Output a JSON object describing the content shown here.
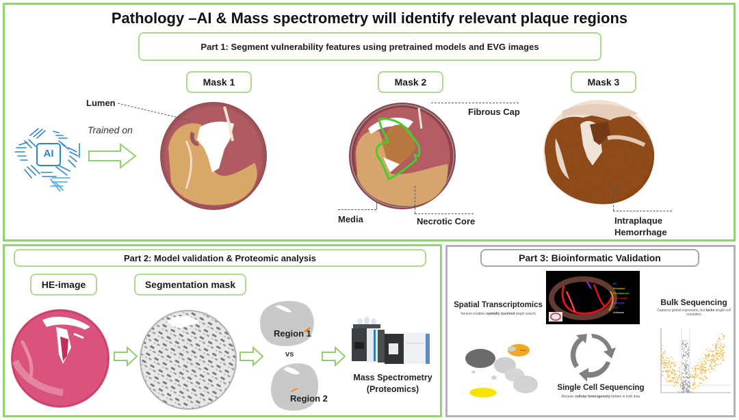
{
  "title": "Pathology –AI & Mass spectrometry will identify relevant plaque regions",
  "part1": {
    "header": "Part 1: Segment vulnerability features using pretrained models and EVG images",
    "ai_icon_label": "AI",
    "arrow_label": "Trained on",
    "masks": [
      {
        "label": "Mask 1",
        "annotations": [
          "Lumen"
        ]
      },
      {
        "label": "Mask 2",
        "annotations": [
          "Fibrous Cap",
          "Media",
          "Necrotic Core"
        ]
      },
      {
        "label": "Mask 3",
        "annotations": [
          "Intraplaque",
          "Hemorrhage"
        ]
      }
    ]
  },
  "part2": {
    "header": "Part 2: Model validation & Proteomic analysis",
    "he_label": "HE-image",
    "seg_label": "Segmentation mask",
    "region1": "Region 1",
    "vs": "vs",
    "region2": "Region 2",
    "ms_label_line1": "Mass Spectrometry",
    "ms_label_line2": "(Proteomics)"
  },
  "part3": {
    "header": "Part 3: Bioinformatic Validation",
    "spatial": {
      "title": "Spatial Transcriptomics",
      "subtitle_pre": "Xenium enables ",
      "subtitle_bold": "spatially resolved",
      "subtitle_post": " target search",
      "legend": [
        {
          "label": "EC",
          "color": "#2e7de0"
        },
        {
          "label": "Fibroblast",
          "color": "#f2b61b"
        },
        {
          "label": "Fibromyocyte",
          "color": "#7ed321"
        },
        {
          "label": "Macrophage",
          "color": "#e3131b"
        },
        {
          "label": "Monocyte",
          "color": "#8a3ad6"
        },
        {
          "label": "SMC",
          "color": "#2a4f8a"
        },
        {
          "label": "Unknown",
          "color": "#d9d9d9"
        }
      ]
    },
    "bulk": {
      "title": "Bulk Sequencing",
      "subtitle_pre": "Captures global expression, but ",
      "subtitle_bold": "lacks",
      "subtitle_post": " single-cell resolution"
    },
    "single_cell": {
      "title": "Single Cell Sequencing",
      "subtitle_pre": "Reveals ",
      "subtitle_bold": "cellular heterogeneity",
      "subtitle_post": " hidden in bulk data"
    },
    "colors": {
      "highlight_orange": "#f5a623",
      "highlight_yellow": "#f5e400",
      "volcano_sig": "#f4b740",
      "volcano_ns": "#9a9a9a"
    }
  },
  "colors": {
    "frame_green": "#92d36e",
    "pill_green": "#a9dc8c",
    "frame_grey": "#b3b3b3",
    "ai_blue": "#2f86c8",
    "contour_green": "#3fd12a",
    "mask_brown": "#8b4513",
    "he_pink": "#d9537a",
    "region_orange": "#f08a24"
  }
}
